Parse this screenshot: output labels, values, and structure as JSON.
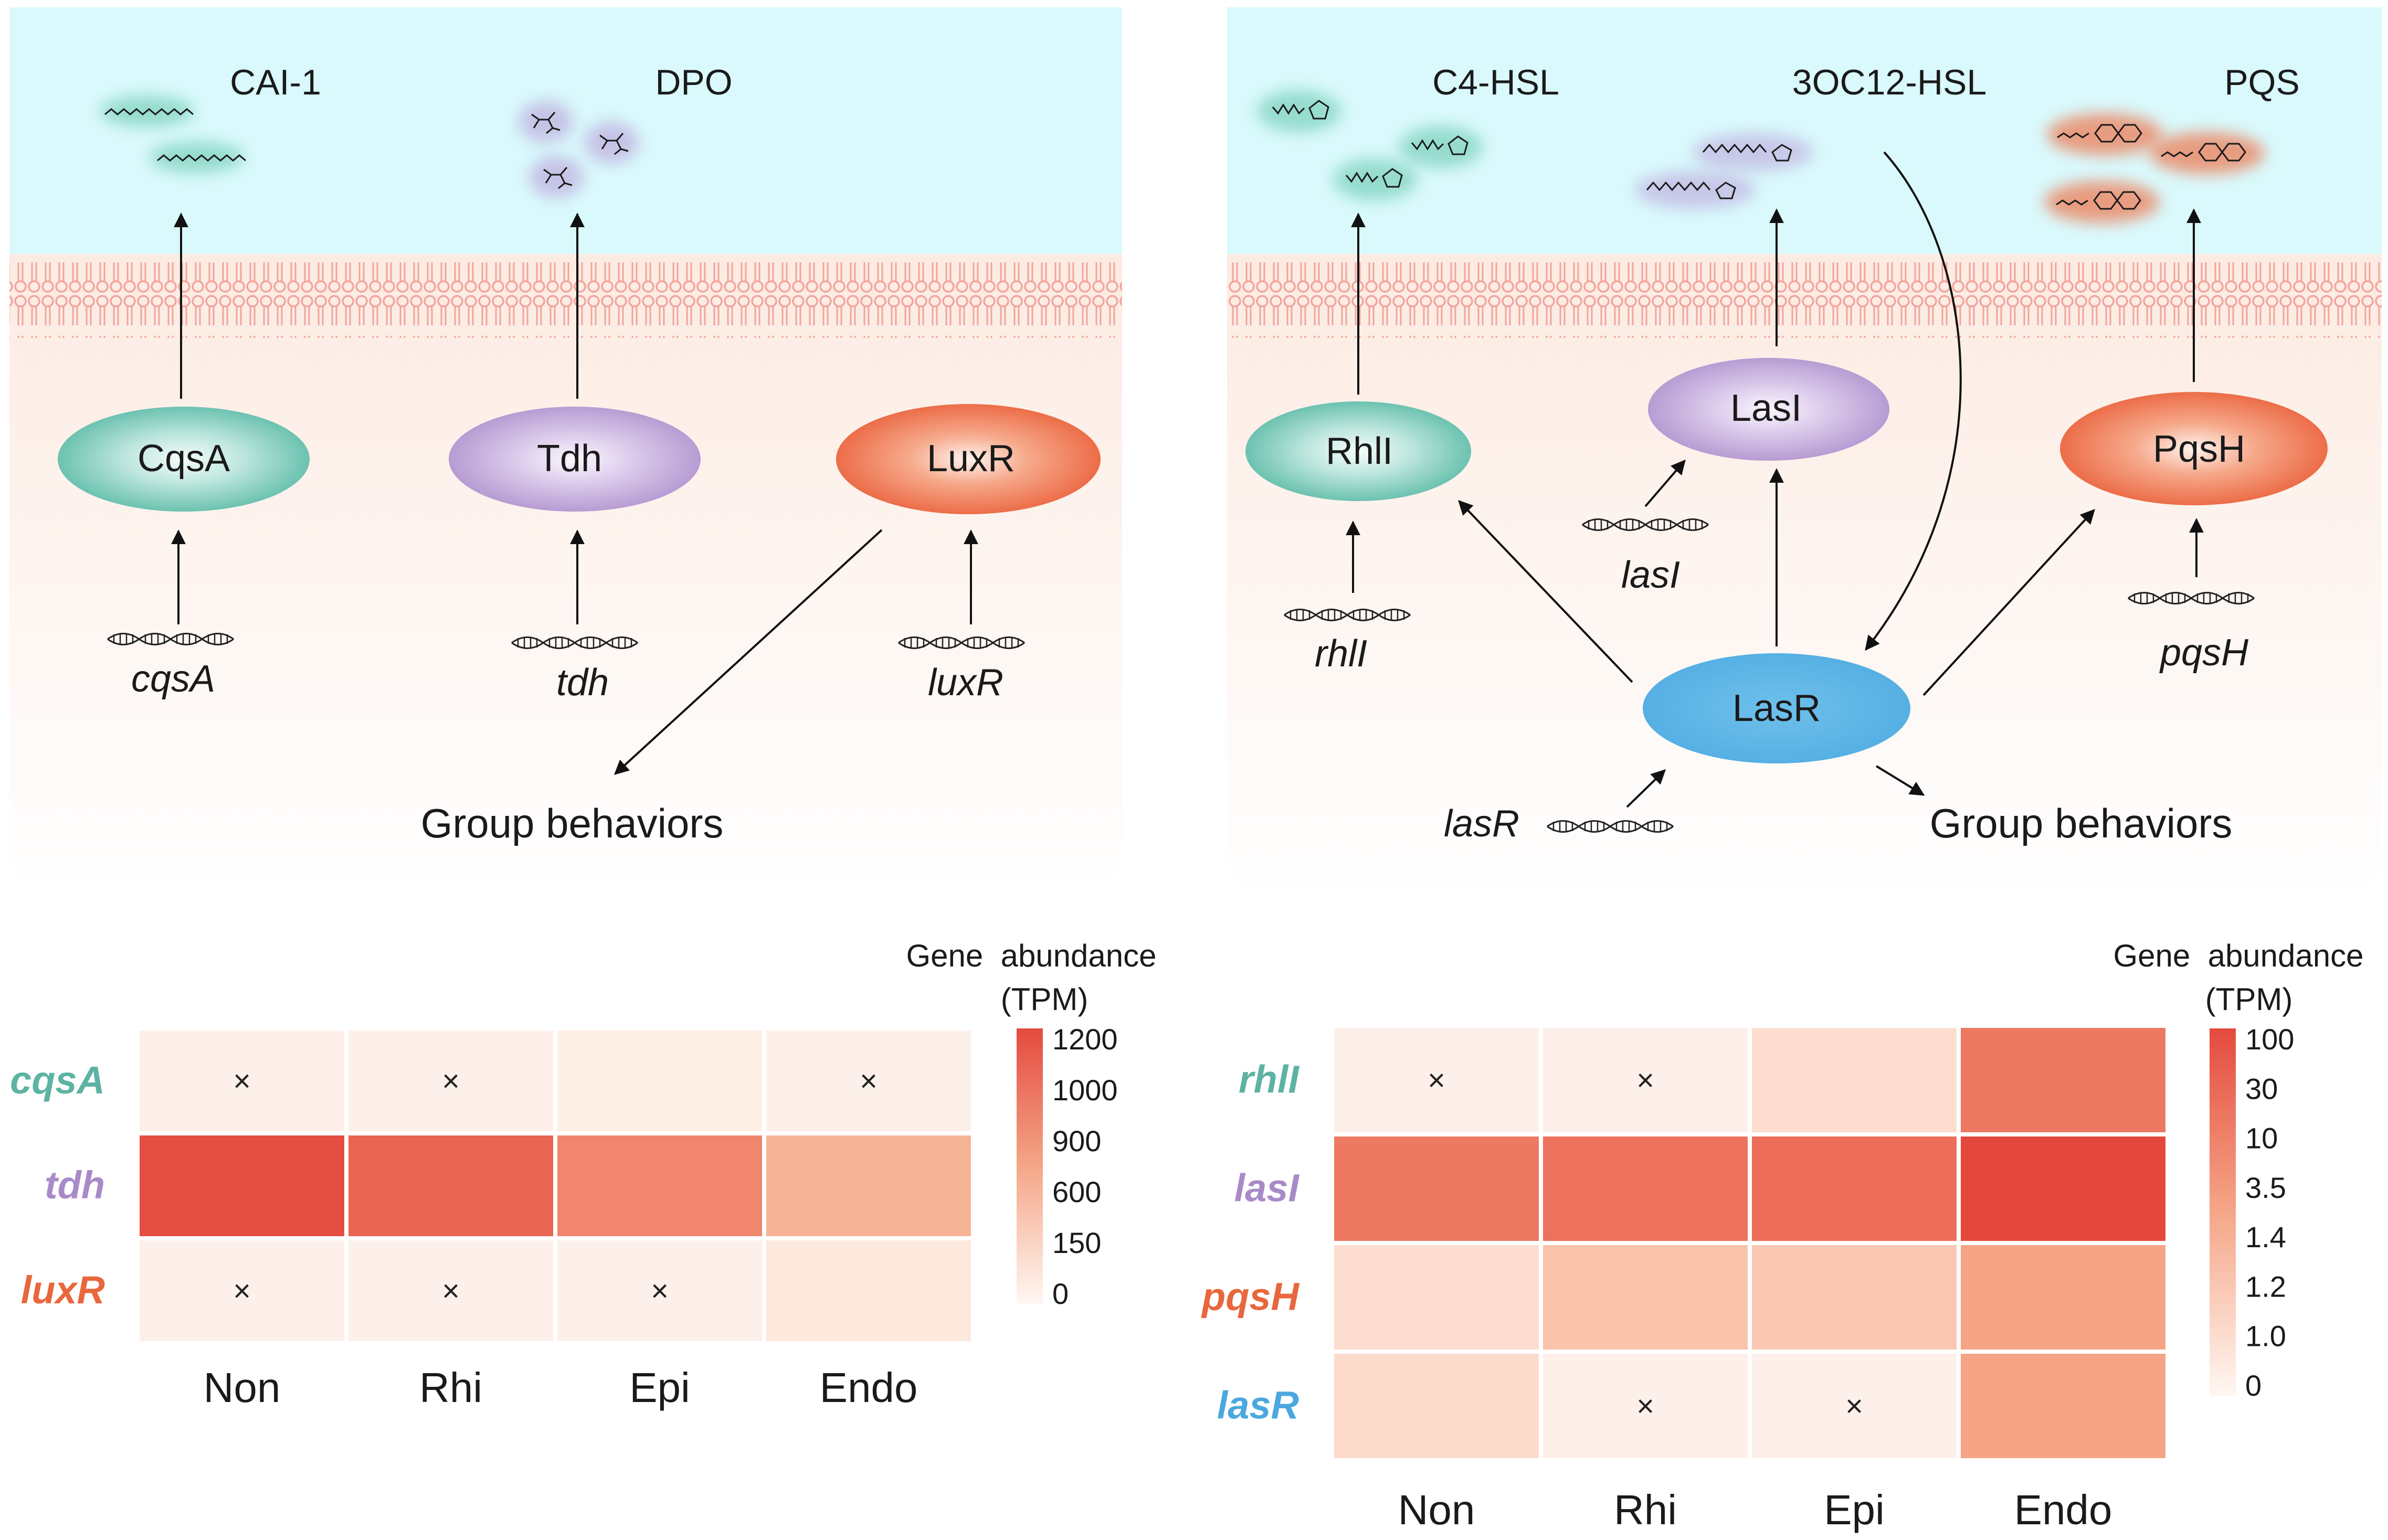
{
  "left_panel": {
    "signals": {
      "a": "CAI-1",
      "b": "DPO"
    },
    "proteins": {
      "a": "CqsA",
      "b": "Tdh",
      "c": "LuxR"
    },
    "genes": {
      "a": "cqsA",
      "b": "tdh",
      "c": "luxR"
    },
    "output": "Group behaviors"
  },
  "right_panel": {
    "signals": {
      "a": "C4-HSL",
      "b": "3OC12-HSL",
      "c": "PQS"
    },
    "proteins": {
      "a": "RhlI",
      "b": "LasI",
      "c": "PqsH",
      "d": "LasR"
    },
    "genes": {
      "a": "rhlI",
      "b": "lasI",
      "c": "pqsH",
      "d": "lasR"
    },
    "output": "Group behaviors"
  },
  "colors": {
    "teal": "#4bae9c",
    "purple": "#a98ac8",
    "orange": "#e8673d",
    "blue": "#4aa8de",
    "extracellular": "#d9f9fc",
    "cytoplasm": "#fdebe2",
    "membrane": "#f4a7a1"
  },
  "chart_data": [
    {
      "type": "heatmap",
      "title": "Gene  abundance",
      "unit": "(TPM)",
      "columns": [
        "Non",
        "Rhi",
        "Epi",
        "Endo"
      ],
      "rows": [
        {
          "name": "cqsA",
          "color": "#5db3a3",
          "values": [
            null,
            null,
            60,
            null
          ]
        },
        {
          "name": "tdh",
          "color": "#a98ac8",
          "values": [
            1250,
            1100,
            880,
            560
          ]
        },
        {
          "name": "luxR",
          "color": "#e8673d",
          "values": [
            null,
            null,
            null,
            120
          ]
        }
      ],
      "missing_marker": "×",
      "legend_ticks": [
        "1200",
        "1000",
        "900",
        "600",
        "150",
        "0"
      ]
    },
    {
      "type": "heatmap",
      "title": "Gene  abundance",
      "unit": "(TPM)",
      "columns": [
        "Non",
        "Rhi",
        "Epi",
        "Endo"
      ],
      "rows": [
        {
          "name": "rhlI",
          "color": "#5db3a3",
          "values": [
            null,
            null,
            1.1,
            30
          ]
        },
        {
          "name": "lasI",
          "color": "#a98ac8",
          "values": [
            30,
            35,
            40,
            100
          ]
        },
        {
          "name": "pqsH",
          "color": "#e8673d",
          "values": [
            1.1,
            3.5,
            3.0,
            10
          ]
        },
        {
          "name": "lasR",
          "color": "#4aa8de",
          "values": [
            1.2,
            null,
            null,
            10
          ]
        }
      ],
      "missing_marker": "×",
      "legend_ticks": [
        "100",
        "30",
        "10",
        "3.5",
        "1.4",
        "1.2",
        "1.0",
        "0"
      ]
    }
  ]
}
